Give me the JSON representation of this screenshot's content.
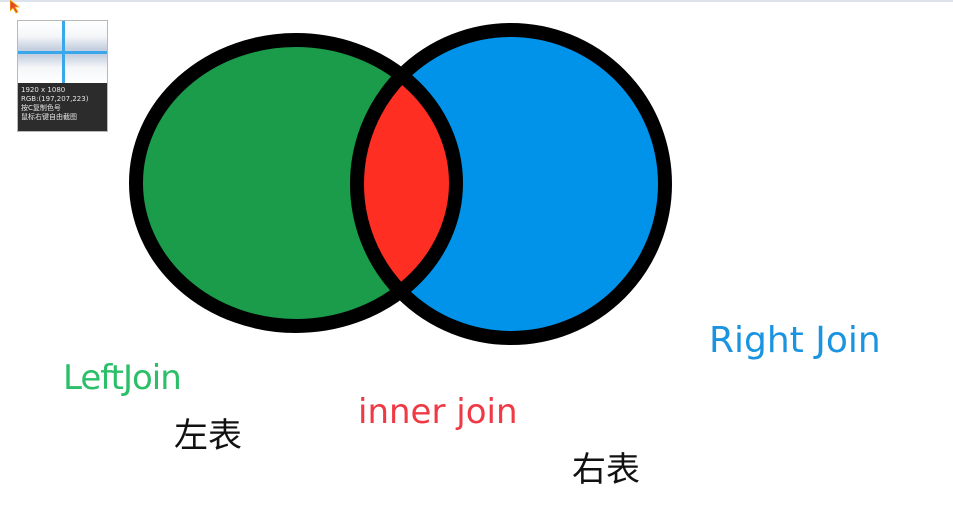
{
  "color_picker": {
    "resolution": "1920 x 1080",
    "rgb": "RGB:(197,207,223)",
    "copy_hint": "按C复制色号",
    "screenshot_hint": "鼠标右键自由截图"
  },
  "venn": {
    "left_color": "#1a9c4a",
    "right_color": "#0192e9",
    "intersection_color": "#ff2e22",
    "stroke_color": "#000000"
  },
  "labels": {
    "left_join": "LeftJoin",
    "left_table": "左表",
    "inner_join": "inner join",
    "right_table": "右表",
    "right_join": "Right Join"
  }
}
